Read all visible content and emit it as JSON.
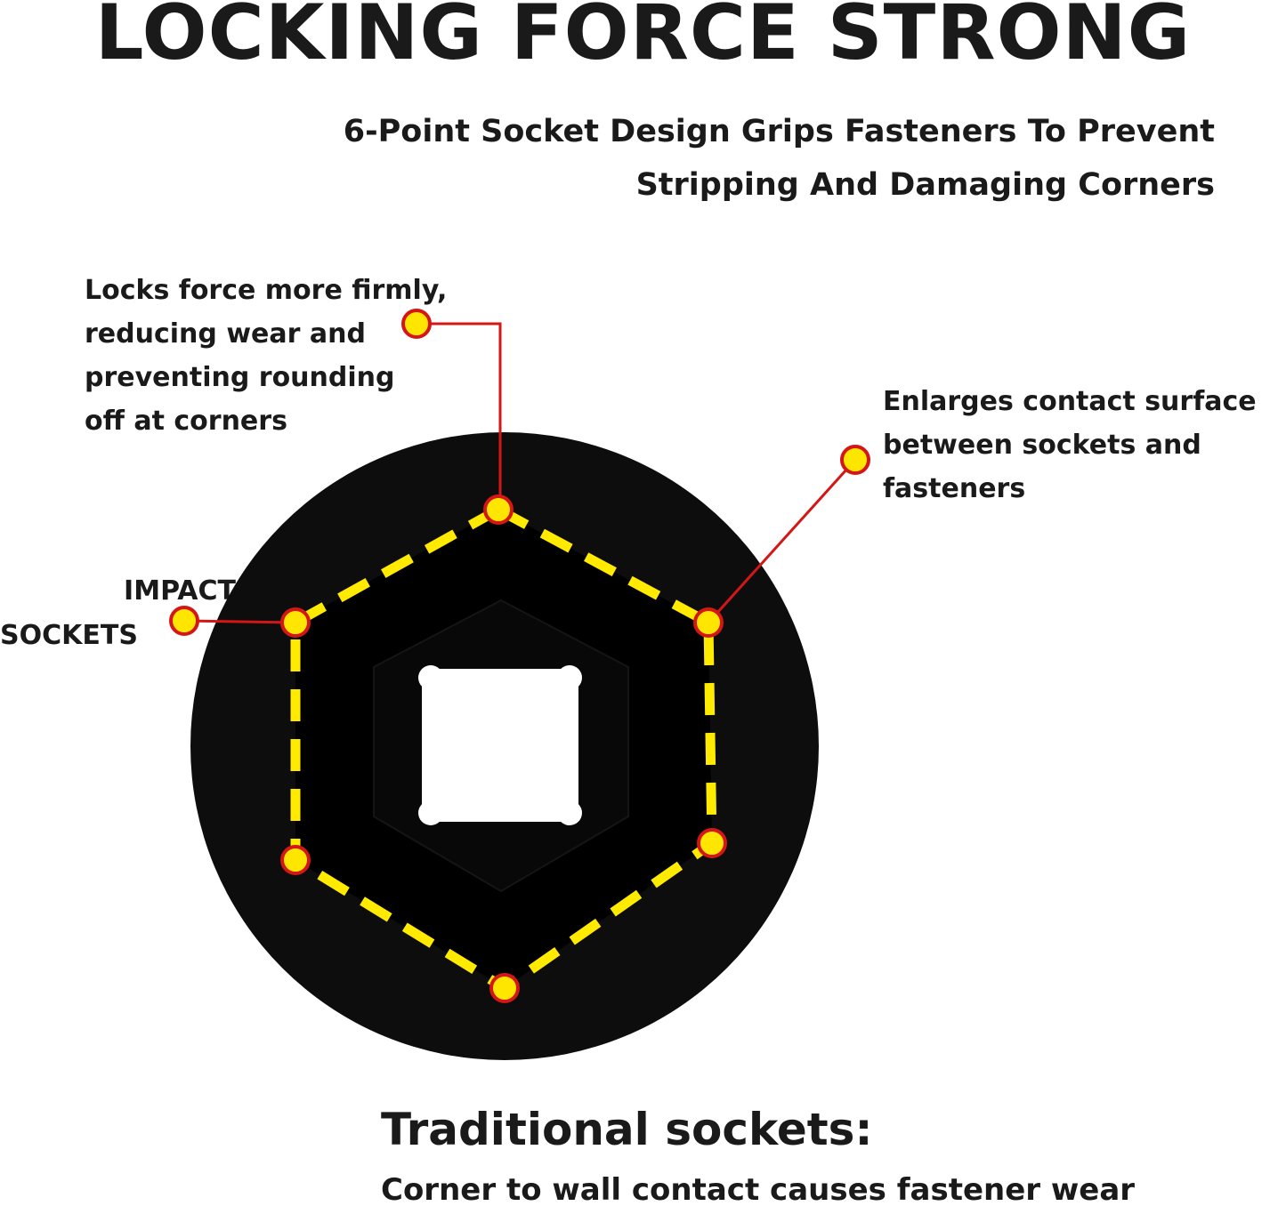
{
  "title": "LOCKING FORCE STRONG",
  "subtitle": {
    "line1": "6-Point Socket Design Grips Fasteners To Prevent",
    "line2": "Stripping And Damaging Corners"
  },
  "callouts": {
    "top": [
      "Locks force more firmly,",
      "reducing wear and",
      "preventing rounding",
      "off at corners"
    ],
    "right": [
      "Enlarges contact surface",
      "between sockets and",
      "fasteners"
    ],
    "left": [
      "IMPACT",
      "SOCKETS"
    ]
  },
  "traditional": {
    "title": "Traditional sockets:",
    "description": "Corner to wall contact causes fastener wear"
  },
  "colors": {
    "socket_body": "#0d0d0d",
    "dash": "#ffea00",
    "leader_line": "#d41616",
    "marker_fill": "#ffe600",
    "marker_stroke": "#d41616"
  }
}
